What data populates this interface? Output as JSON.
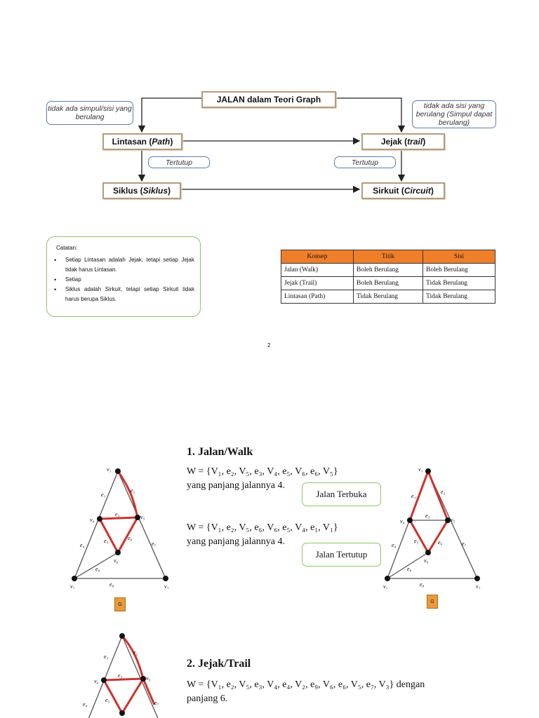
{
  "diagram": {
    "title": "JALAN dalam Teori Graph",
    "path_label_pre": "Lintasan (",
    "path_label_em": "Path",
    "path_label_post": ")",
    "trail_label_pre": "Jejak (",
    "trail_label_em": "trail",
    "trail_label_post": ")",
    "cycle_label_pre": "Siklus (",
    "cycle_label_em": "Siklus",
    "cycle_label_post": ")",
    "circuit_label_pre": "Sirkuit (",
    "circuit_label_em": "Circuit",
    "circuit_label_post": ")",
    "note_left": "tidak ada simpul/sisi yang berulang",
    "note_right": "tidak ada sisi yang berulang (Simpul dapat berulang)",
    "tertutup_left": "Tertutup",
    "tertutup_right": "Tertutup"
  },
  "catatan": {
    "title": "Catatan:",
    "items": [
      "Setiap Lintasan adalah Jejak, tetapi setiap Jejak tidak harus Lintasan.",
      "Setiap",
      "Siklus adalah Sirkuit, tetapi setiap Sirkuit tidak harus berupa Siklus."
    ]
  },
  "table": {
    "headers": [
      "Konsep",
      "Titik",
      "Sisi"
    ],
    "rows": [
      [
        "Jalan (Walk)",
        "Boleh Berulang",
        "Boleh Berulang"
      ],
      [
        "Jejak (Trail)",
        "Boleh Berulang",
        "Tidak Berulang"
      ],
      [
        "Lintasan (Path)",
        "Tidak Berulang",
        "Tidak Berulang"
      ]
    ]
  },
  "page_number": "2",
  "section1": {
    "heading": "1. Jalan/Walk",
    "walk1": "W = {V₁, e₂, V₅, e₃, V₄, e₅, V₆, e₆, V₅}",
    "walk1_len": "yang panjang jalannya 4.",
    "walk1_box": "Jalan Terbuka",
    "walk2": "W = {V₁, e₂, V₅, e₆, V₆, e₅, V₄, e₁, V₁}",
    "walk2_len": "yang panjang jalannya 4.",
    "walk2_box": "Jalan Tertutup",
    "graph_label": "G"
  },
  "section2": {
    "heading": "2. Jejak/Trail",
    "trail1": "W = {V₁, e₂, V₅, e₃, V₄, e₄, V₂, e₉, V₆, e₆, V₅, e₇, V₃} dengan",
    "trail1_len": "panjang 6."
  },
  "graph_labels": {
    "v1": "v₁",
    "v2": "v₂",
    "v3": "v₃",
    "v4": "v₄",
    "v5": "v₅",
    "v6": "v₆",
    "e1": "e₁",
    "e2": "e₂",
    "e3": "e₃",
    "e4": "e₄",
    "e5": "e₅",
    "e6": "e₆",
    "e7": "e₇",
    "e8": "e₈",
    "e9": "e₉"
  },
  "colors": {
    "highlight": "#d0312d",
    "table_header": "#f07f2a",
    "note_border": "#5a7fa8",
    "box_border": "#b49a7c",
    "green_border": "#8cc46b"
  }
}
